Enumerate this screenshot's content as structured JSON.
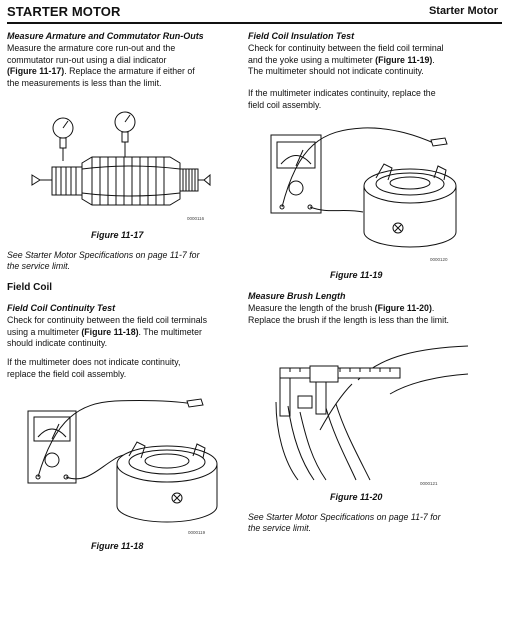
{
  "header": {
    "title": "STARTER MOTOR",
    "section": "Starter Motor"
  },
  "left": {
    "s1_heading": "Measure Armature and Commutator Run-Outs",
    "s1_lines": [
      "Measure the armature core run-out and the",
      "commutator run-out using a dial indicator",
      [
        "(Figure 11-17)",
        ". Replace the armature if either of"
      ],
      "the measurements is less than the limit."
    ],
    "fig17_code": "0000116",
    "fig17_caption": "Figure 11-17",
    "s1_note": [
      "See Starter Motor Specifications on page 11-7 for",
      "the service limit."
    ],
    "s2_heading": "Field Coil",
    "s3_heading": "Field Coil Continuity Test",
    "s3_lines": [
      "Check for continuity between the field coil terminals",
      [
        "using a multimeter ",
        "(Figure 11-18)",
        ". The multimeter"
      ],
      "should indicate continuity."
    ],
    "s3_lines2": [
      "If the multimeter does not indicate continuity,",
      "replace the field coil assembly."
    ],
    "fig18_code": "0000119",
    "fig18_caption": "Figure 11-18"
  },
  "right": {
    "s1_heading": "Field Coil Insulation Test",
    "s1_lines": [
      "Check for continuity between the field coil terminal",
      [
        "and the yoke using a multimeter ",
        "(Figure 11-19)",
        "."
      ],
      "The multimeter should not indicate continuity."
    ],
    "s1_lines2": [
      "If the multimeter indicates continuity, replace the",
      "field coil assembly."
    ],
    "fig19_code": "0000120",
    "fig19_caption": "Figure 11-19",
    "s2_heading": "Measure Brush Length",
    "s2_lines": [
      [
        "Measure the length of the brush ",
        "(Figure 11-20)",
        "."
      ],
      "Replace the brush if the length is less than the limit."
    ],
    "fig20_code": "0000121",
    "fig20_caption": "Figure 11-20",
    "s2_note": [
      "See Starter Motor Specifications on page 11-7 for",
      "the service limit."
    ]
  }
}
